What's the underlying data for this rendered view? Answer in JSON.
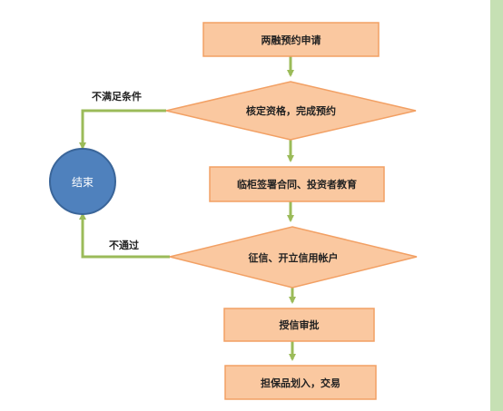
{
  "nodes": {
    "apply": "两融预约申请",
    "check": "核定资格，完成预约",
    "sign": "临柜签署合同、投资者教育",
    "credit": "征信、开立信用帐户",
    "approve": "授信审批",
    "collateral": "担保品划入，交易",
    "end": "结束"
  },
  "edges": {
    "not_qualified": "不满足条件",
    "not_passed": "不通过"
  },
  "colors": {
    "process_fill": "#FAC8A0",
    "process_stroke": "#F2A064",
    "arrow": "#9BBB59",
    "end_fill": "#4F81BD",
    "end_stroke": "#3A6599",
    "right_border": "#C6E0B4"
  }
}
